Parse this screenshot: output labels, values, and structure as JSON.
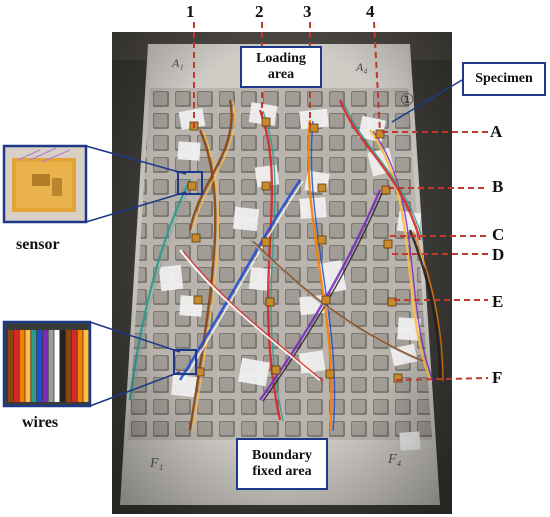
{
  "column_labels": [
    "1",
    "2",
    "3",
    "4"
  ],
  "row_labels": [
    "A",
    "B",
    "C",
    "D",
    "E",
    "F"
  ],
  "callouts": {
    "loading": [
      "Loading",
      "area"
    ],
    "specimen": "Specimen",
    "boundary": [
      "Boundary",
      "fixed area"
    ],
    "sensor": "sensor",
    "wires": "wires"
  },
  "corner_marks": [
    "A₁",
    "A₄",
    "F₁",
    "F₄",
    "①"
  ],
  "colors": {
    "leader_dash": "#c0392b",
    "callout_border": "#1d3a8a",
    "plate": "#c9c6c0",
    "shadow": "#3a3a3a",
    "background_dark": "#2b2b2b",
    "sensor_gold": "#e2a437",
    "tape": "#f2f2f2"
  },
  "wire_colors": [
    "#8b4513",
    "#d62828",
    "#f77f00",
    "#fcbf49",
    "#2a9d8f",
    "#1d4ed8",
    "#7b2cbf",
    "#9e9e9e",
    "#ffffff",
    "#222222"
  ]
}
